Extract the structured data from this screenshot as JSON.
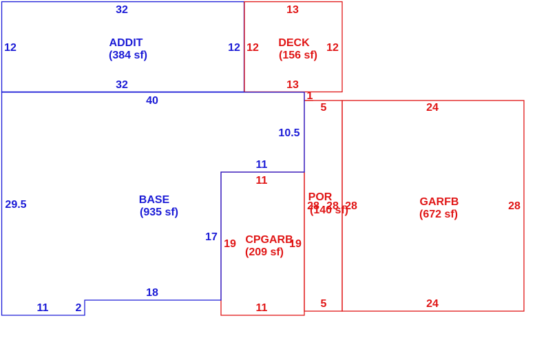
{
  "colors": {
    "blue": "#1a1ad6",
    "red": "#e01515"
  },
  "areas": {
    "addit": {
      "name": "ADDIT",
      "area": "(384 sf)",
      "dims": {
        "top": "32",
        "left": "12",
        "right": "12",
        "bottom": "32"
      }
    },
    "deck": {
      "name": "DECK",
      "area": "(156 sf)",
      "dims": {
        "top": "13",
        "left": "12",
        "right": "12",
        "bottom": "13"
      }
    },
    "base": {
      "name": "BASE",
      "area": "(935 sf)",
      "dims": {
        "top": "40",
        "right_upper": "10.5",
        "notch_top": "11",
        "left": "29.5",
        "inner_left": "17",
        "bottom_mid": "18",
        "bottom_left": "11",
        "bottom_step": "2"
      }
    },
    "cpgarb": {
      "name": "CPGARB",
      "area": "(209 sf)",
      "dims": {
        "top": "11",
        "left": "19",
        "right": "19",
        "bottom": "11"
      }
    },
    "por": {
      "name": "POR",
      "area": "(140 sf)",
      "dims": {
        "top": "5",
        "left": "28",
        "right": "28",
        "bottom": "5",
        "connector": "1"
      }
    },
    "garfb": {
      "name": "GARFB",
      "area": "(672 sf)",
      "dims": {
        "top": "24",
        "left": "28",
        "right": "28",
        "bottom": "24"
      }
    }
  }
}
